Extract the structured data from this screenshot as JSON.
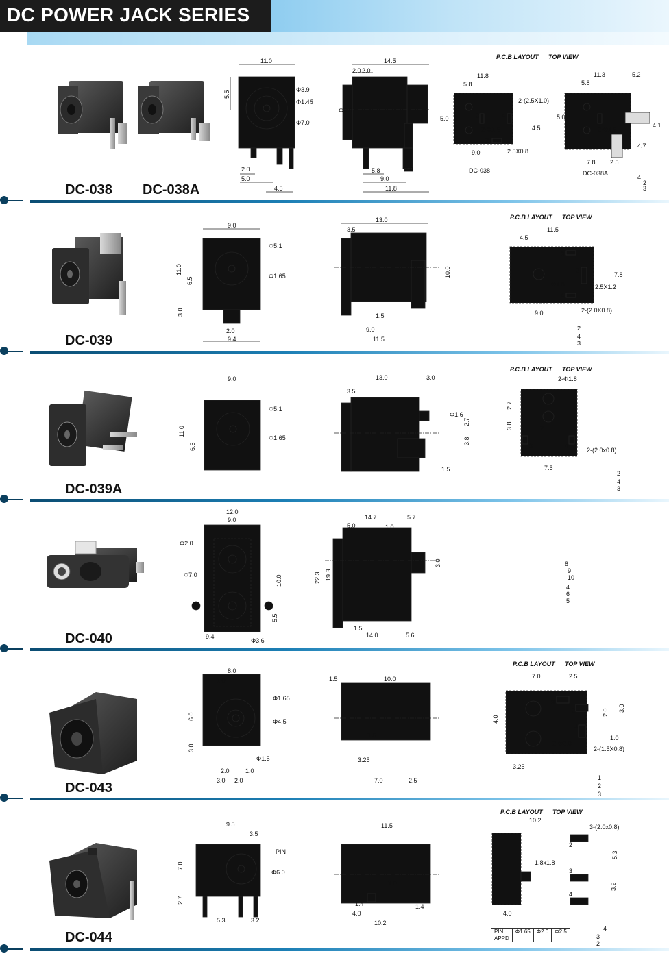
{
  "page_title": "DC POWER JACK SERIES",
  "pcb_title": "P.C.B LAYOUT",
  "top_view": "TOP VIEW",
  "models": [
    {
      "name": "DC-038",
      "alt_name": "DC-038A"
    },
    {
      "name": "DC-039"
    },
    {
      "name": "DC-039A"
    },
    {
      "name": "DC-040"
    },
    {
      "name": "DC-043"
    },
    {
      "name": "DC-044"
    }
  ],
  "sub_labels": {
    "dc038": "DC-038",
    "dc038a": "DC-038A"
  },
  "appd_table": {
    "row1": [
      "PIN",
      "Φ1.65",
      "Φ2.0",
      "Φ2.5"
    ],
    "row2": [
      "APPD",
      "",
      "",
      ""
    ]
  },
  "colors": {
    "header_bg": "#1c1c1c",
    "accent_blue": "#1c7fb5",
    "section_line": "#0b4d73"
  }
}
